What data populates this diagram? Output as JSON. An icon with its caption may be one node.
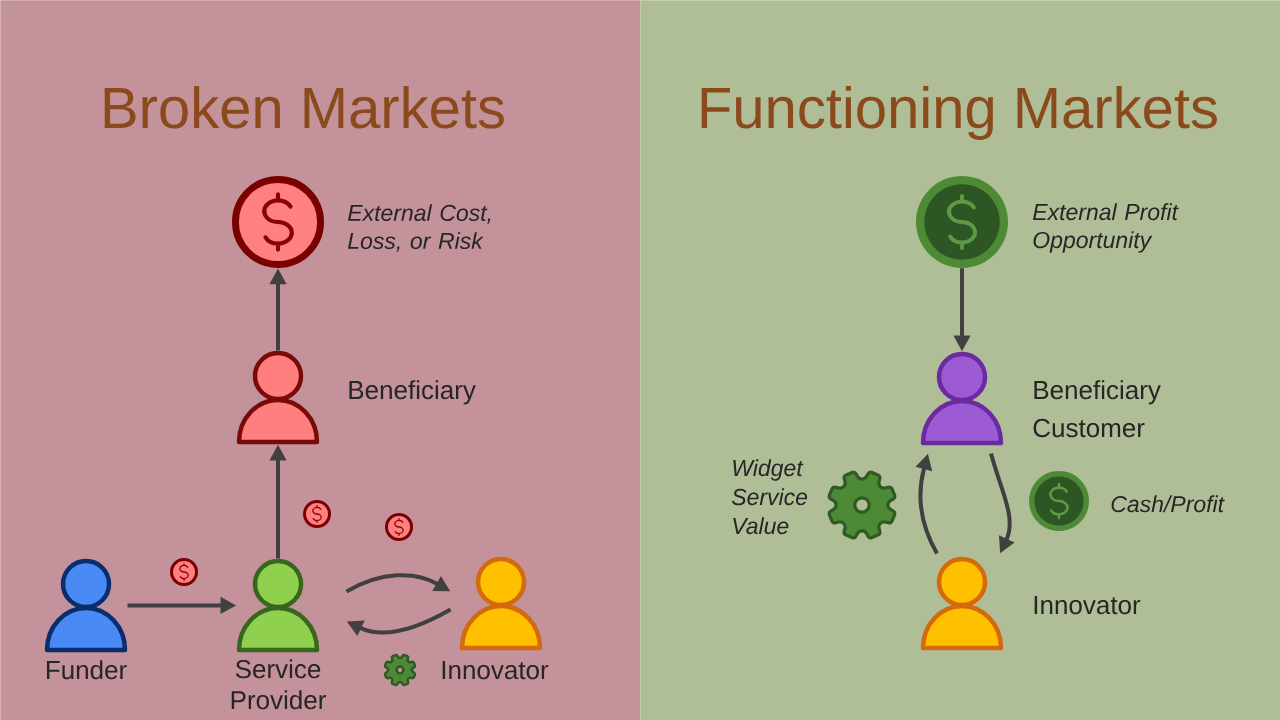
{
  "diagram": {
    "nodes": [
      {
        "text": [
          "Broken Markets"
        ]
      },
      {
        "text": [
          "External Cost, Loss, or Risk"
        ],
        "in": 0
      },
      {
        "text": [
          "Beneficiary"
        ],
        "in": 0
      },
      {
        "text": [
          "Funder"
        ],
        "in": 0
      },
      {
        "text": [
          "Service Provider"
        ],
        "in": 0
      },
      {
        "text": [
          "Innovator"
        ],
        "in": 0
      },
      {
        "text": [
          "Functioning Markets"
        ]
      },
      {
        "text": [
          "External Profit Opportunity"
        ],
        "in": 6
      },
      {
        "text": [
          "Beneficiary",
          "Customer"
        ],
        "in": 6
      },
      {
        "text": [
          "Innovator"
        ],
        "in": 6
      }
    ],
    "edges": [
      {
        "from": 2,
        "to": 1,
        "arrow": "to"
      },
      {
        "from": 4,
        "to": 2,
        "arrow": "to"
      },
      {
        "from": 3,
        "to": 4,
        "arrow": "to"
      },
      {
        "from": 4,
        "to": 5,
        "arrow": "to"
      },
      {
        "from": 5,
        "to": 4,
        "arrow": "to"
      },
      {
        "from": 7,
        "to": 8,
        "arrow": "to"
      },
      {
        "from": 9,
        "to": 8,
        "arrow": "to"
      },
      {
        "from": 8,
        "to": 9,
        "arrow": "to"
      }
    ],
    "labels": [
      "Widget Service Value",
      "Cash/Profit"
    ]
  }
}
